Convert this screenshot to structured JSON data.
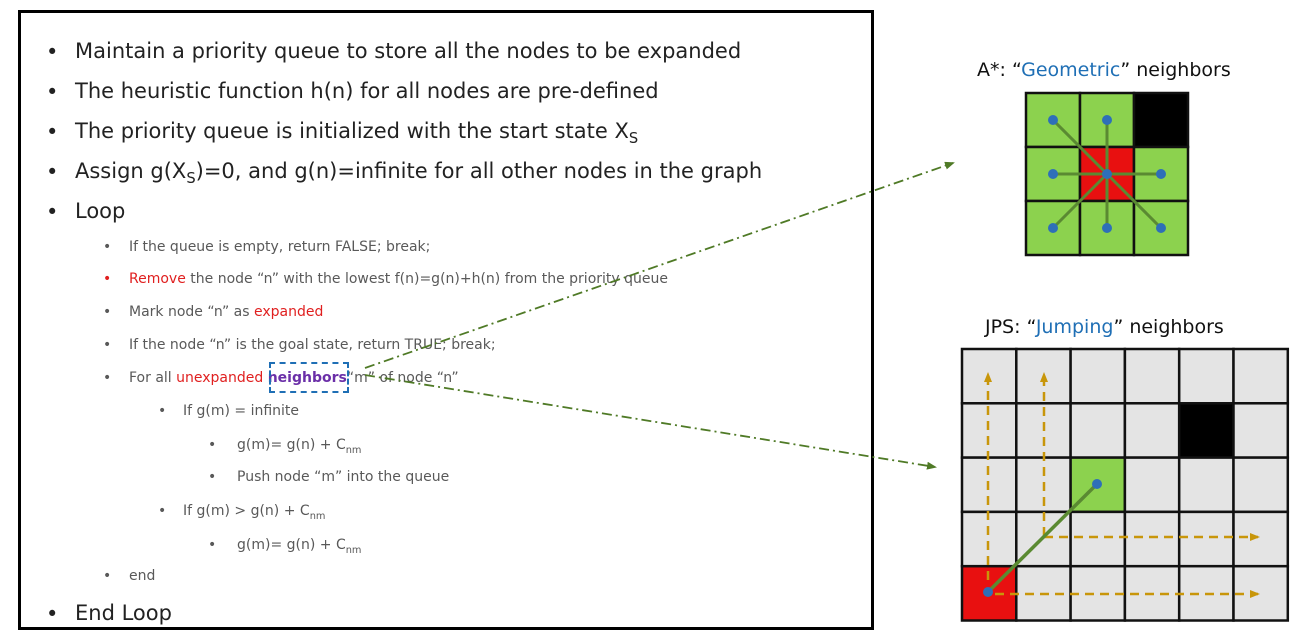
{
  "algorithm": {
    "top_items": [
      {
        "text": "Maintain a priority queue to store all the nodes to be expanded"
      },
      {
        "text": "The heuristic function h(n) for all nodes are pre-defined"
      },
      {
        "text_before": "The priority queue is initialized with the start state X",
        "sub": "S"
      },
      {
        "text_a": "Assign g(X",
        "sub": "S",
        "text_b": ")=0, and g(n)=infinite for all other nodes in the graph"
      },
      {
        "text": "Loop"
      }
    ],
    "loop_items": [
      {
        "text": "If the queue is empty, return FALSE; break;"
      },
      {
        "red": "Remove",
        "text": " the node “n” with the lowest f(n)=g(n)+h(n) from the priority queue"
      },
      {
        "text": "Mark node “n” as ",
        "red": "expanded"
      },
      {
        "text": "If the node “n” is the goal state, return TRUE; break;"
      },
      {
        "text_a": "For all ",
        "red": "unexpanded",
        "highlight": "neighbors",
        "text_b": "“m” of node “n”"
      }
    ],
    "if1": {
      "text": "If g(m) = infinite"
    },
    "if1_items": [
      {
        "text": "g(m)= g(n) + C",
        "sub": "nm"
      },
      {
        "text": "Push node “m” into the queue"
      }
    ],
    "if2": {
      "text": "If g(m) > g(n) + C",
      "sub": "nm"
    },
    "if2_items": [
      {
        "text": "g(m)= g(n) + C",
        "sub": "nm"
      }
    ],
    "end": "end",
    "end_loop": "End Loop"
  },
  "astar": {
    "prefix": "A*:  “",
    "highlight": "Geometric",
    "suffix": "”   neighbors"
  },
  "jps": {
    "prefix": "JPS:  “",
    "highlight": "Jumping",
    "suffix": "”   neighbors"
  },
  "colors": {
    "green_cell": "#8cd24e",
    "red_cell": "#e81010",
    "black_cell": "#000000",
    "gray_cell": "#e4e4e4",
    "node_dot": "#2e6fb8",
    "edge_green": "#5a8a32",
    "jump_arrow": "#c8960a",
    "link_arrow": "#4f7a26",
    "highlight_blue": "#1f6fb5"
  }
}
